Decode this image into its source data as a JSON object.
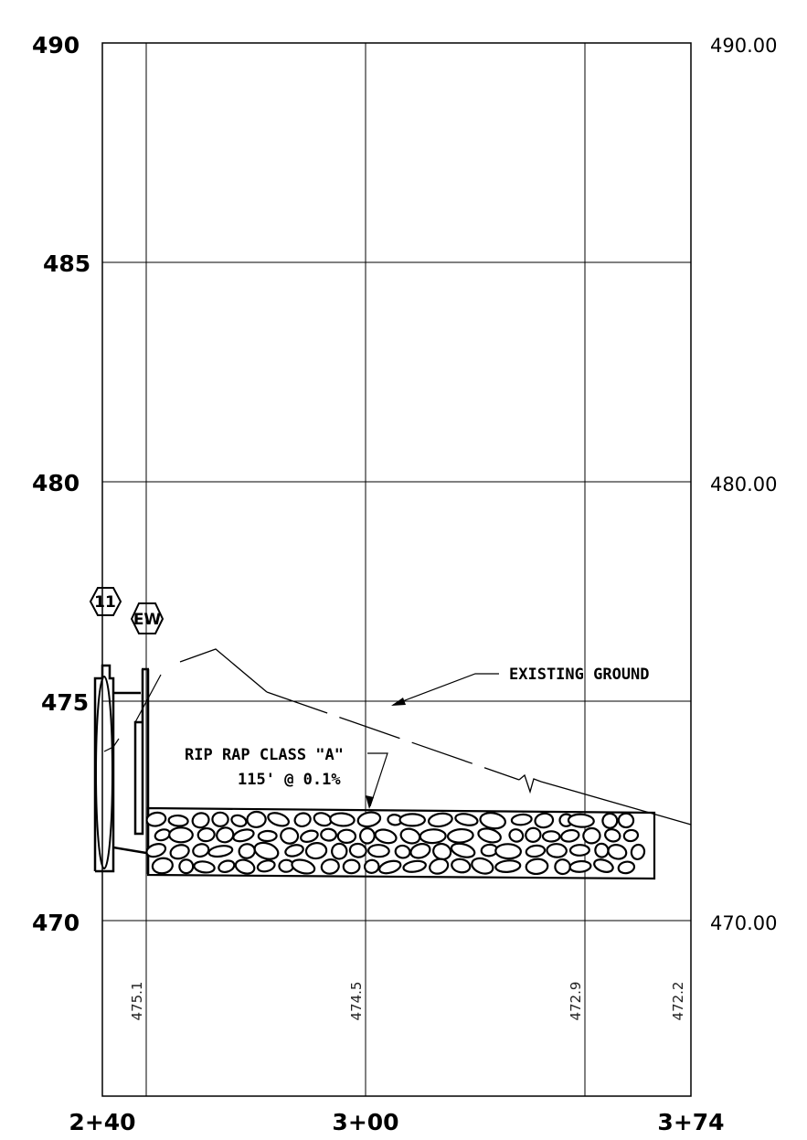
{
  "left_elevation_labels": [
    "490",
    "485",
    "480",
    "475",
    "470"
  ],
  "right_elevation_labels": [
    "490.00",
    "480.00",
    "470.00"
  ],
  "station_labels": [
    "2+40",
    "3+00",
    "3+74"
  ],
  "existing_ground_elevations": [
    "475.1",
    "474.5",
    "472.9",
    "472.2"
  ],
  "callouts": {
    "existing_ground": "EXISTING GROUND",
    "riprap_line1": "RIP RAP CLASS \"A\"",
    "riprap_line2": "115' @ 0.1%"
  },
  "tags": {
    "structure_number": "11",
    "end_wall": "EW"
  }
}
